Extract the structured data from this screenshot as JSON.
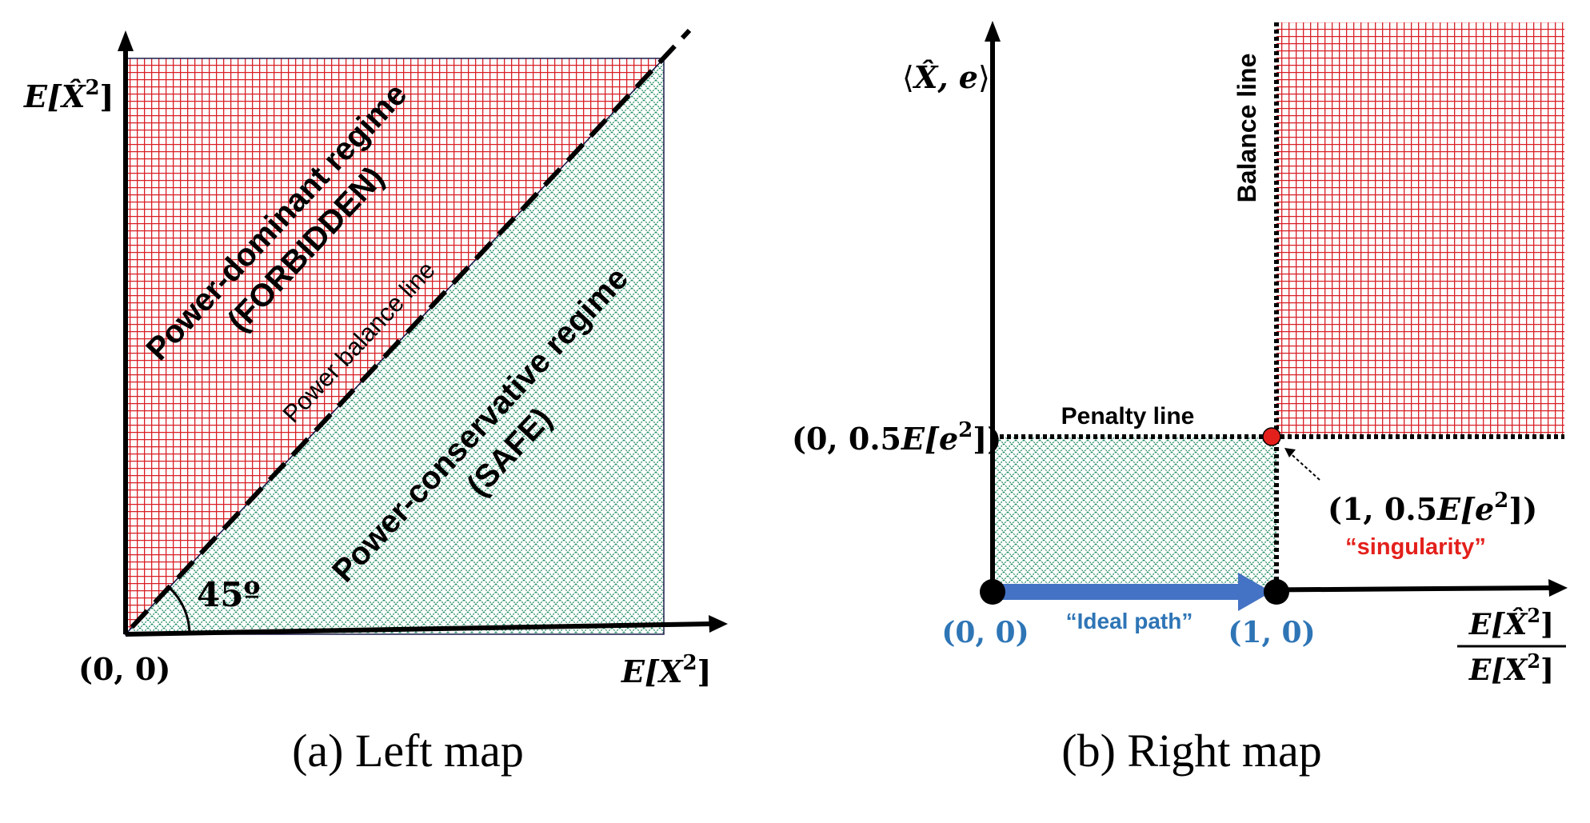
{
  "left_map": {
    "caption": "(a) Left map",
    "y_axis_label": {
      "prefix": "E[",
      "var": "X̂",
      "sup": "2",
      "suffix": "]"
    },
    "x_axis_label": {
      "prefix": "E[",
      "var": "X",
      "sup": "2",
      "suffix": "]"
    },
    "origin_label": "(0, 0)",
    "angle_label": "45º",
    "upper_region": {
      "line1": "Power-dominant regime",
      "line2": "(FORBIDDEN)",
      "color": "#d81f26"
    },
    "lower_region": {
      "line1": "Power-conservative regime",
      "line2": "(SAFE)",
      "color": "#1a8a5c"
    },
    "diagonal_label": "Power balance line"
  },
  "right_map": {
    "caption": "(b) Right map",
    "y_axis_label": {
      "left": "⟨",
      "var": "X̂",
      "mid": ", e",
      "right": "⟩"
    },
    "x_axis_label": {
      "numerator": {
        "prefix": "E[",
        "var": "X̂",
        "sup": "2",
        "suffix": "]"
      },
      "denominator": {
        "prefix": "E[",
        "var": "X",
        "sup": "2",
        "suffix": "]"
      }
    },
    "balance_line_label": "Balance line",
    "penalty_line_label": "Penalty line",
    "penalty_point_label": {
      "prefix": "(0, 0.5",
      "e": "E[e",
      "sup": "2",
      "suffix": "])"
    },
    "singular_point_label": {
      "prefix": "(1, 0.5",
      "e": "E[e",
      "sup": "2",
      "suffix": "])"
    },
    "singularity_label": "“singularity”",
    "origin_label": "(0, 0)",
    "unit_point_label": "(1, 0)",
    "ideal_path_label": "“Ideal path”",
    "colors": {
      "forbidden": "#d81f26",
      "safe": "#1a8a5c",
      "path": "#4472c4",
      "singularity": "#e3201b",
      "point_labels": "#2e75b6"
    }
  }
}
